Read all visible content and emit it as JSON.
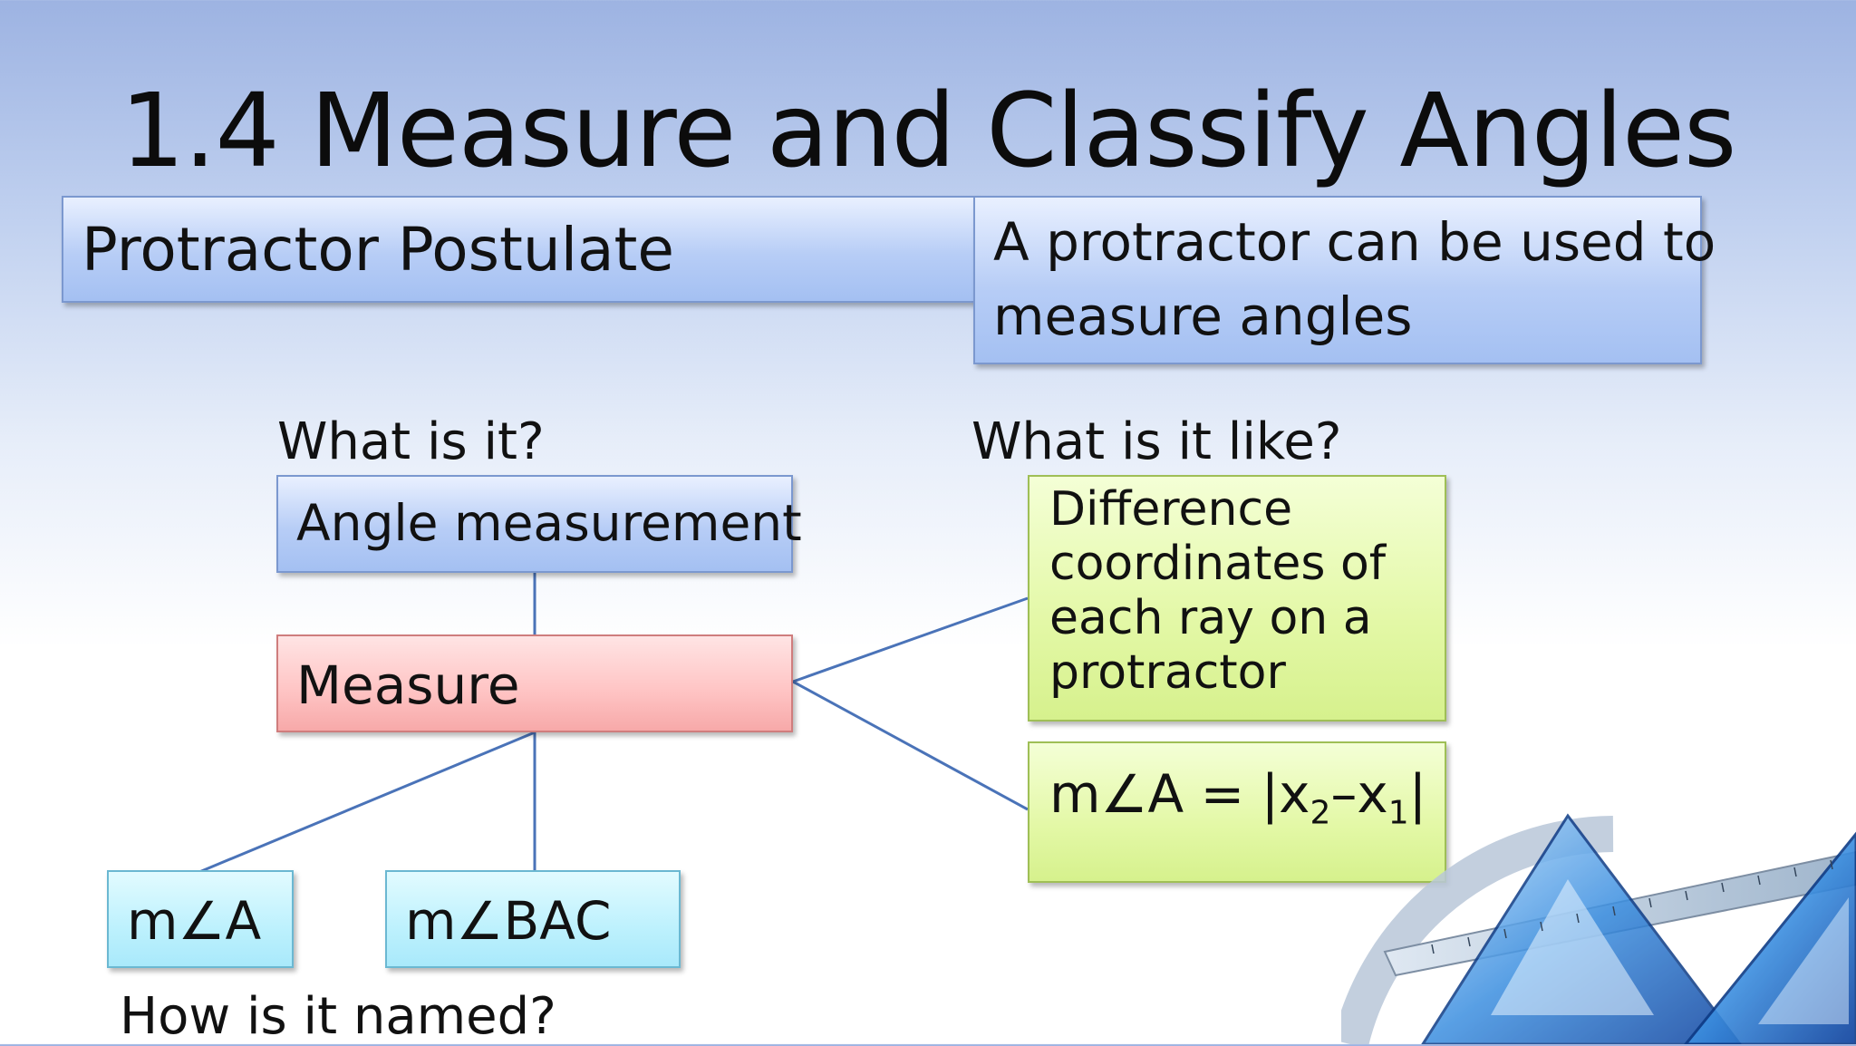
{
  "title": "1.4 Measure and Classify Angles",
  "postulate": {
    "name": "Protractor Postulate",
    "definition_line1": "A protractor can be used to",
    "definition_line2": "measure angles"
  },
  "questions": {
    "what_is_it": "What is it?",
    "what_is_it_like": "What is it like?",
    "how_is_it_named": "How is it named?"
  },
  "boxes": {
    "angle_measurement": "Angle measurement",
    "measure": "Measure",
    "difference_lines": [
      "Difference",
      "coordinates of",
      "each ray on a",
      "protractor"
    ],
    "formula": {
      "m_angle_a": "m∠A = |x",
      "sub2": "2",
      "minus_x": "–x",
      "sub1": "1",
      "bar": "|"
    },
    "name_a": "m∠A",
    "name_bac": "m∠BAC"
  },
  "colors": {
    "connector": "#4a73b8",
    "blue_box": "#b7cdf6",
    "red_box": "#ffc6c6",
    "green_box": "#e3f8a6",
    "cyan_box": "#bdf1fd"
  },
  "decoration": "protractor-graphic"
}
